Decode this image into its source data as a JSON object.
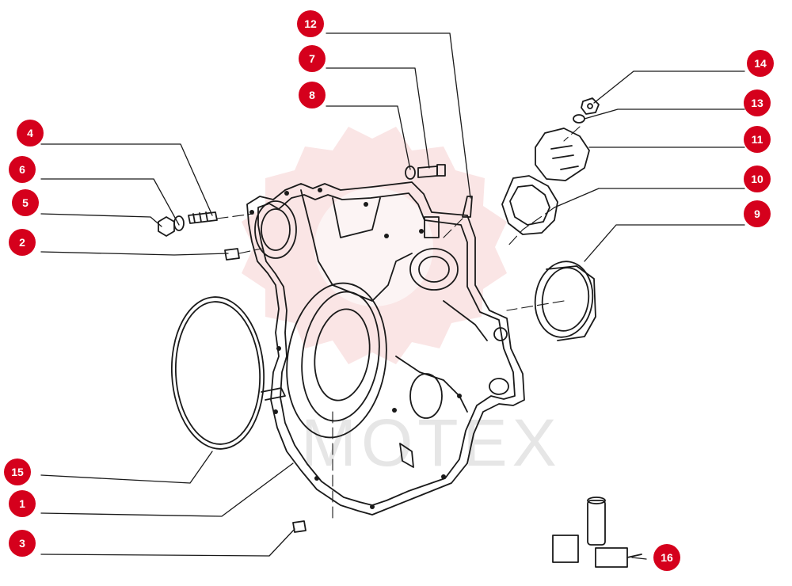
{
  "diagram": {
    "callouts": [
      "1",
      "2",
      "3",
      "4",
      "5",
      "6",
      "7",
      "8",
      "9",
      "10",
      "11",
      "12",
      "13",
      "14",
      "15",
      "16"
    ],
    "watermark_text": "MOTEX"
  },
  "colors": {
    "callout_fill": "#d5001c",
    "line_art": "#1a1a1a",
    "watermark_gear": "#f6d0d0",
    "watermark_text": "#e6e6e6"
  }
}
